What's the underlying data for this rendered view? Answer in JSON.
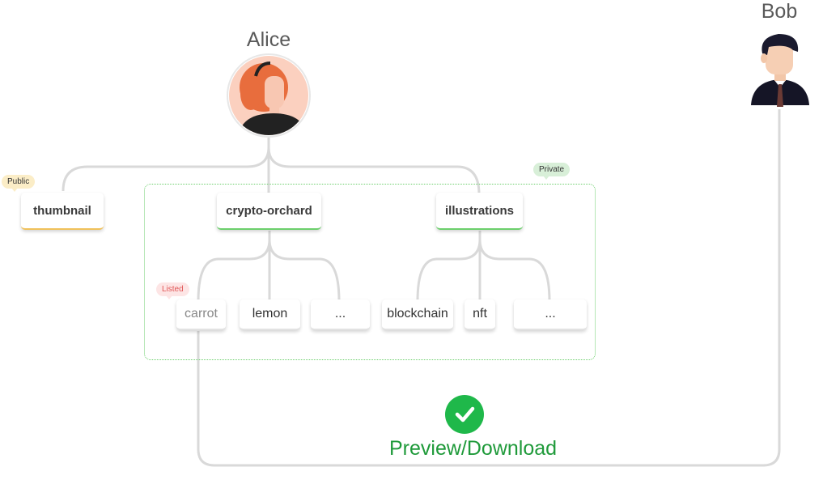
{
  "users": {
    "alice": "Alice",
    "bob": "Bob"
  },
  "folders": {
    "thumbnail": "thumbnail",
    "crypto_orchard": "crypto-orchard",
    "illustrations": "illustrations"
  },
  "files": {
    "carrot": "carrot",
    "lemon": "lemon",
    "orchard_more": "...",
    "blockchain": "blockchain",
    "nft": "nft",
    "illustrations_more": "..."
  },
  "badges": {
    "public": "Public",
    "private": "Private",
    "listed": "Listed"
  },
  "action": {
    "label": "Preview/Download",
    "icon": "check-icon"
  },
  "colors": {
    "public": "#f0c15a",
    "private": "#6ccf6c",
    "listed": "#e05555",
    "action": "#1fb84a",
    "connector": "#d6d6d6"
  }
}
